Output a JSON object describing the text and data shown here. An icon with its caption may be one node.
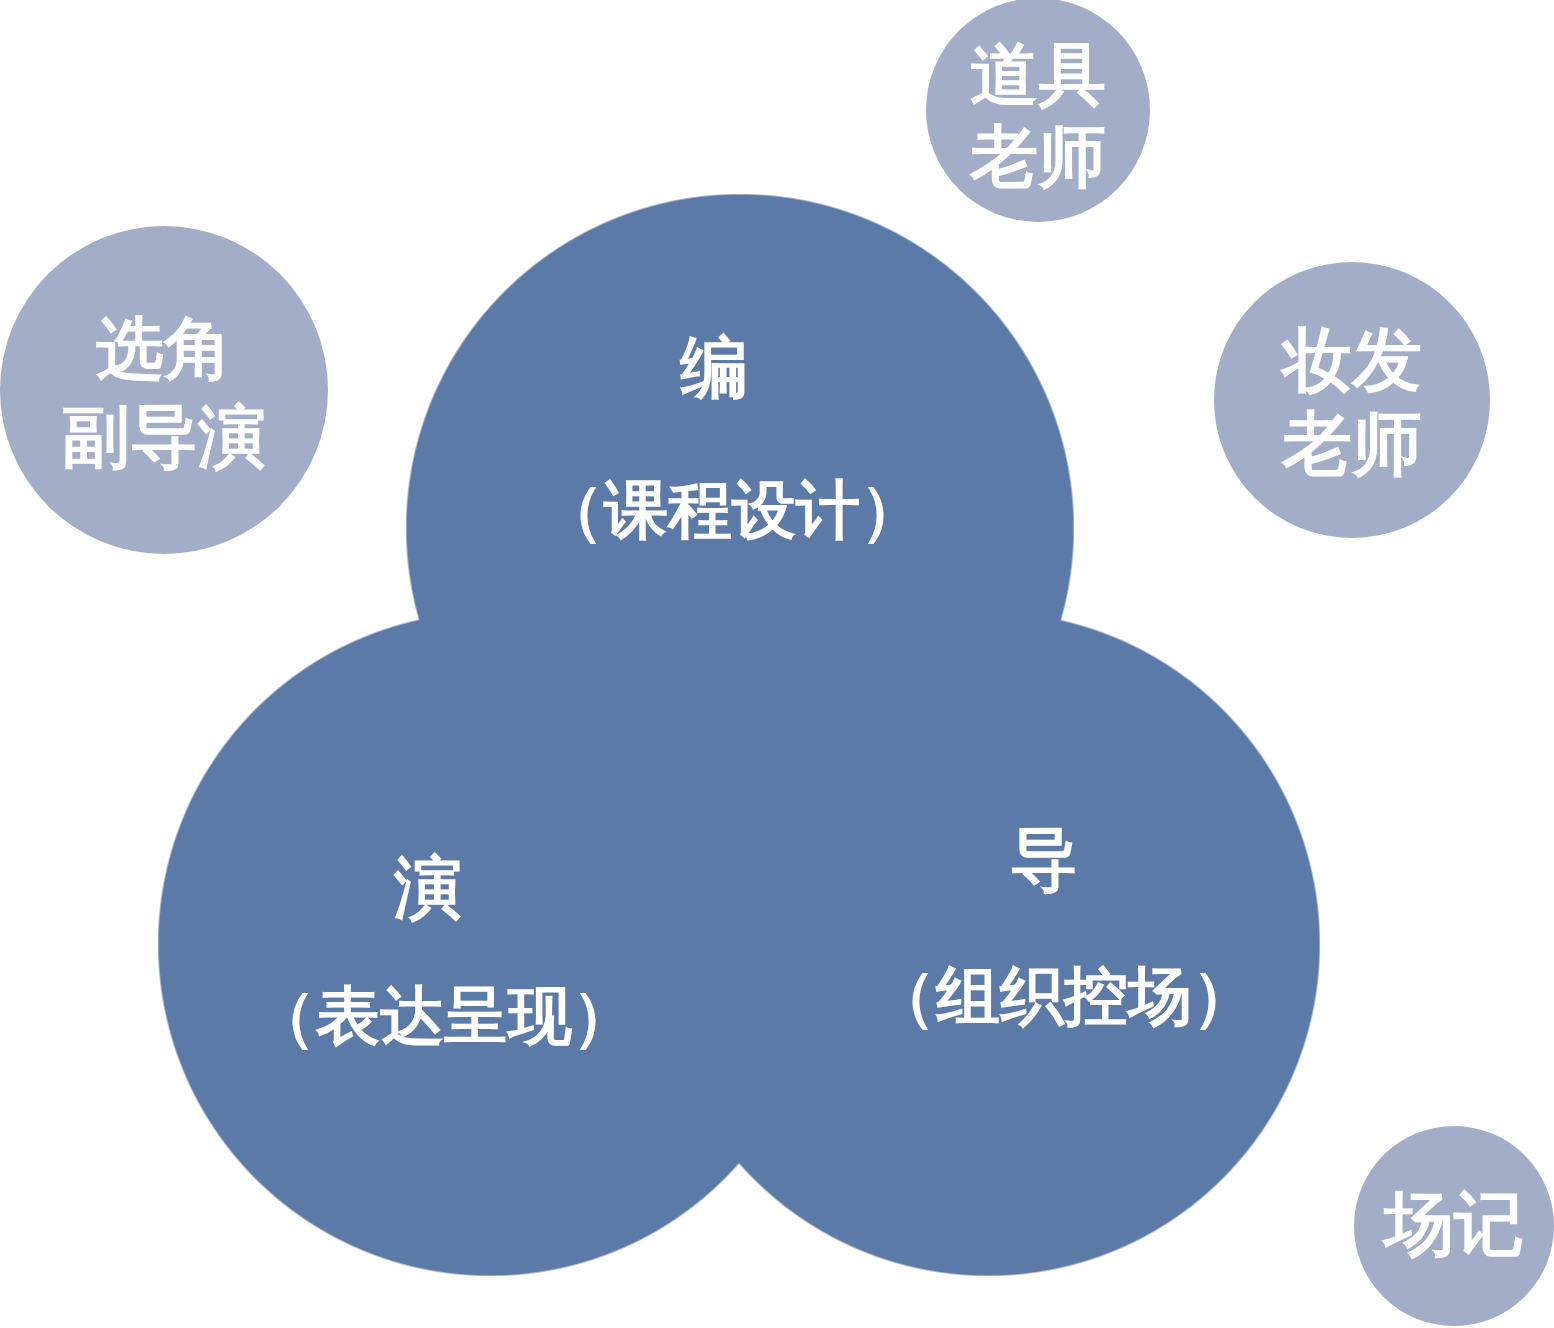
{
  "diagram": {
    "nodes": [
      {
        "text": [
          "道具老师"
        ]
      },
      {
        "text": [
          "选角副导演"
        ]
      },
      {
        "text": [
          "妆发老师"
        ]
      },
      {
        "text": [
          "编",
          "（课程设计）"
        ]
      },
      {
        "text": [
          "演",
          "（表达呈现）"
        ]
      },
      {
        "text": [
          "导",
          "（组织控场）"
        ]
      },
      {
        "text": [
          "场记"
        ]
      }
    ]
  }
}
